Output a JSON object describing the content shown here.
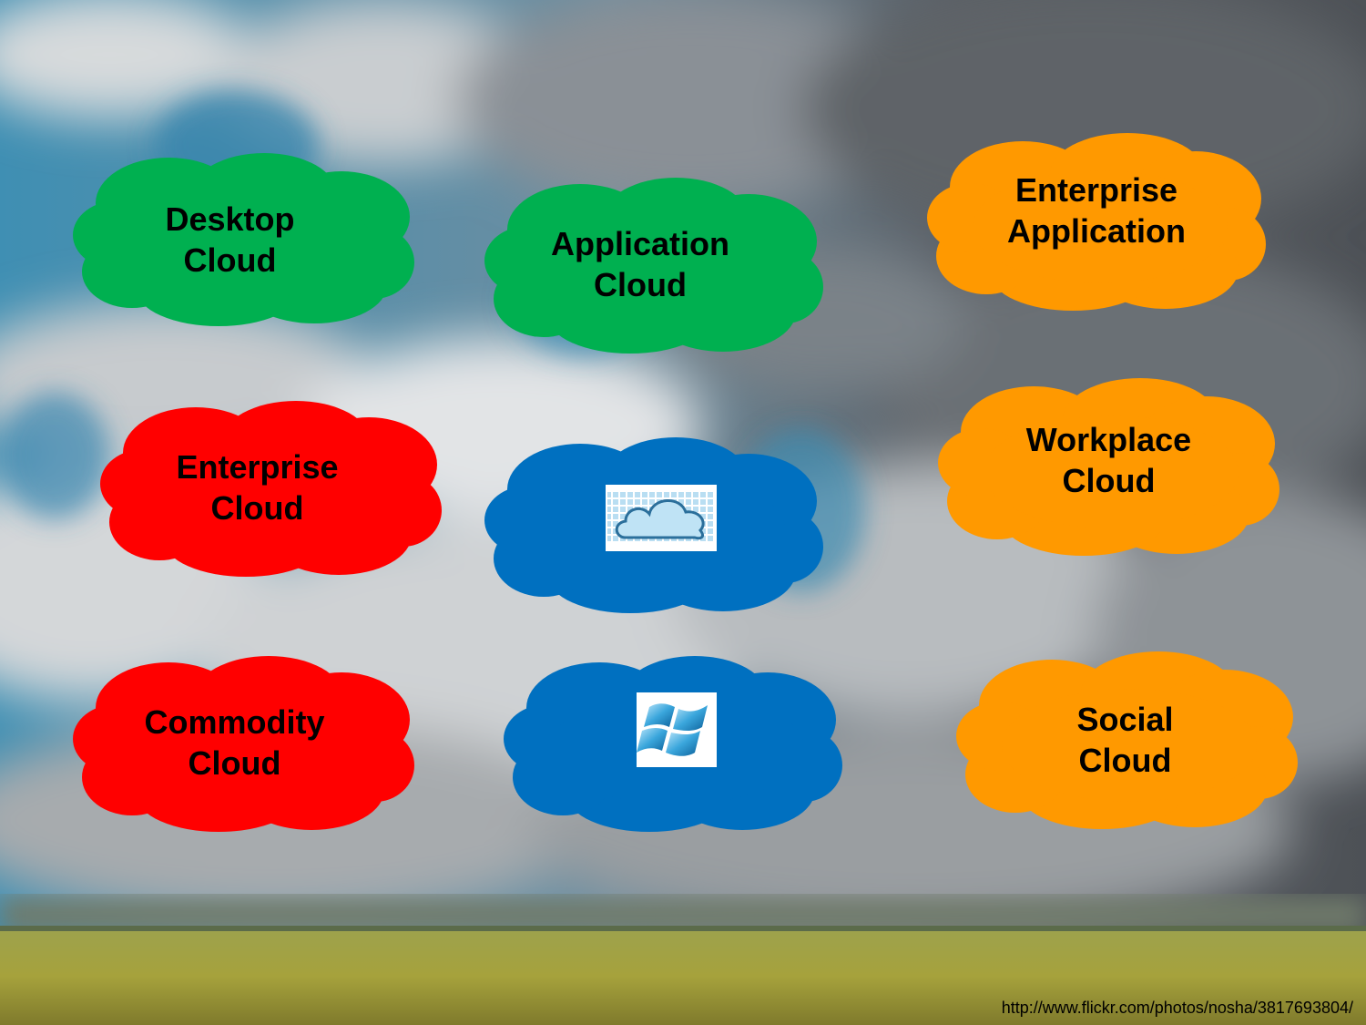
{
  "colors": {
    "green": "#00b050",
    "red": "#ff0000",
    "orange": "#ff9900",
    "blue": "#0070c0"
  },
  "clouds": {
    "desktop": {
      "line1": "Desktop",
      "line2": "Cloud",
      "color": "#00b050"
    },
    "application": {
      "line1": "Application",
      "line2": "Cloud",
      "color": "#00b050"
    },
    "enterprise_application": {
      "line1": "Enterprise",
      "line2": "Application",
      "color": "#ff9900"
    },
    "enterprise": {
      "line1": "Enterprise",
      "line2": "Cloud",
      "color": "#ff0000"
    },
    "workplace": {
      "line1": "Workplace",
      "line2": "Cloud",
      "color": "#ff9900"
    },
    "commodity": {
      "line1": "Commodity",
      "line2": "Cloud",
      "color": "#ff0000"
    },
    "social": {
      "line1": "Social",
      "line2": "Cloud",
      "color": "#ff9900"
    },
    "cloud_logo": {
      "icon": "pixel-cloud-icon",
      "color": "#0070c0"
    },
    "windows_logo": {
      "icon": "windows-logo-icon",
      "color": "#0070c0"
    }
  },
  "credit": "http://www.flickr.com/photos/nosha/3817693804/"
}
